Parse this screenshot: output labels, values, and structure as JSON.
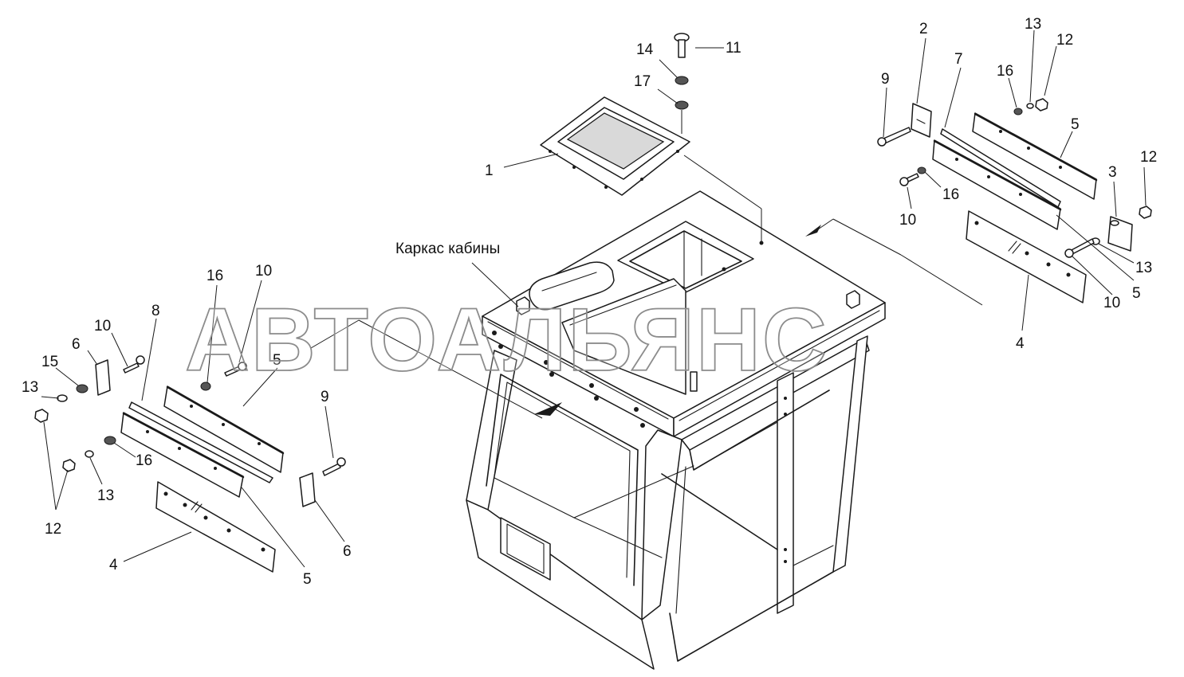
{
  "watermark": "АВТОАЛЬЯНС",
  "caption": "Каркас кабины",
  "callouts": {
    "c1": "1",
    "c2": "2",
    "c3": "3",
    "c4r": "4",
    "c5r1": "5",
    "c5r2": "5",
    "c7": "7",
    "c9r": "9",
    "c10r1": "10",
    "c10r2": "10",
    "c11": "11",
    "c12r1": "12",
    "c12r2": "12",
    "c13r1": "13",
    "c13r2": "13",
    "c14": "14",
    "c16r1": "16",
    "c16r2": "16",
    "c17": "17",
    "c4l": "4",
    "c5l1": "5",
    "c5l2": "5",
    "c6l1": "6",
    "c6l2": "6",
    "c8": "8",
    "c9l": "9",
    "c10l1": "10",
    "c10l2": "10",
    "c12l": "12",
    "c13l1": "13",
    "c13l2": "13",
    "c15": "15",
    "c16l1": "16",
    "c16l2": "16"
  }
}
